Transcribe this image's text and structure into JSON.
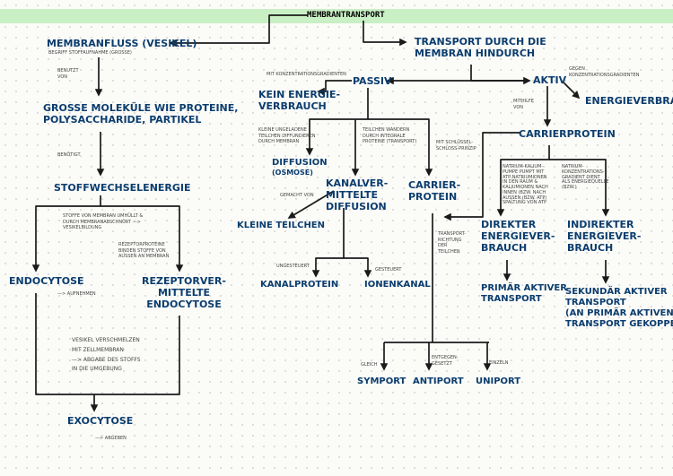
{
  "title": "MEMBRANTRANSPORT",
  "nodes": {
    "membranfluss": "MEMBRANFLUSS (VESIKEL)",
    "membranfluss_sub": "BEGRIFF STOFFAUFNAHME (GROSSE)",
    "grosse_molekuele": [
      "GROßE MOLEKÜLE WIE PROTEINE,",
      "POLYSACCHARIDE, PARTIKEL"
    ],
    "stoffwechselenergie": "STOFFWECHSELENERGIE",
    "endocytose": "ENDOCYTOSE",
    "rezeptor_endocytose": [
      "REZEPTORVER-",
      "MITTELTE",
      "ENDOCYTOSE"
    ],
    "exocytose": "EXOCYTOSE",
    "transport_membran": [
      "TRANSPORT DURCH DIE",
      "MEMBRAN HINDURCH"
    ],
    "passiv": "PASSIV",
    "aktiv": "AKTIV",
    "kein_energie": [
      "KEIN ENERGIE-",
      "VERBRAUCH"
    ],
    "energieverbrauch": "ENERGIEVERBRAUCH",
    "diffusion": [
      "DIFFUSION",
      "(OSMOSE)"
    ],
    "kanal_diffusion": [
      "KANALVER-",
      "MITTELTE",
      "DIFFUSION"
    ],
    "carrier_protein": [
      "CARRIER-",
      "PROTEIN"
    ],
    "carrierprotein": "CARRIERPROTEIN",
    "kleine_teilchen": "KLEINE TEILCHEN",
    "kanalprotein": "KANALPROTEIN",
    "ionenkanal": "IONENKANAL",
    "direkter": [
      "DIREKTER",
      "ENERGIEVER-",
      "BRAUCH"
    ],
    "indirekter": [
      "INDIREKTER",
      "ENERGIEVER-",
      "BRAUCH"
    ],
    "primaer": [
      "PRIMÄR AKTIVER",
      "TRANSPORT"
    ],
    "sekundaer": [
      "SEKUNDÄR AKTIVER",
      "TRANSPORT",
      "(AN PRIMÄR AKTIVEN",
      "TRANSPORT GEKOPPELT)"
    ],
    "symport": "SYMPORT",
    "antiport": "ANTIPORT",
    "uniport": "UNIPORT"
  },
  "notes": {
    "benutzt_von": [
      "BENUTZT",
      "VON"
    ],
    "benoetigt": "BENÖTIGT",
    "stoffe_von_membran": [
      "STOFFE VON MEMBRAN UMHÜLLT &",
      "DURCH MEMBRANABSCHNÜRT —>",
      "VESIKELBILDUNG"
    ],
    "rezeptorproteine": [
      "REZEPTORPROTEINE",
      "BINDEN STOFFE VON",
      "AUßEN AN MEMBRAN"
    ],
    "aufnehmen": "—> AUFNEHMEN",
    "vesikel_verschmelzen": [
      "VESIKEL VERSCHMELZEN",
      "MIT ZELLMEMBRAN",
      "—> ABGABE DES STOFFS",
      "IN DIE UMGEBUNG"
    ],
    "abgeben": "—> ABGEBEN",
    "mit_konz_passiv": "MIT KONZENTRATIONSGRADIENTEN",
    "gegen_konz": [
      "GEGEN",
      "KONZENTRATIONSGRADIENTEN"
    ],
    "mithilfe_von": [
      "MITHILFE",
      "VON"
    ],
    "kleine_ungeladene": [
      "KLEINE UNGELADENE",
      "TEILCHEN DIFFUNDIEREN",
      "DURCH MEMBRAN"
    ],
    "teilchen_wandern": [
      "TEILCHEN WANDERN",
      "DURCH INTEGRALE",
      "PROTEINE (TRANSPORT)"
    ],
    "schluessel_schloss": [
      "MIT SCHLÜSSEL-",
      "SCHLOSS-PRINZIP"
    ],
    "gemacht_von": "GEMACHT VON",
    "ungesteuert": "UNGESTEUERT",
    "gesteuert": "GESTEUERT",
    "transportrichtung": [
      "TRANSPORT-",
      "RICHTUNG",
      "DER",
      "TEILCHEN"
    ],
    "natrium_kalium": [
      "NATRIUM-KALIUM-",
      "PUMPE PUMPT MIT",
      "ATP NATRIUMIONEN",
      "IN DEN RAUM &",
      "KALIUMIONEN NACH",
      "INNEN (BZW. NACH",
      "AUßEN (BZW. ATP)",
      "SPALTUNG VON ATP"
    ],
    "natrium_konz": [
      "NATRIUM-",
      "KONZENTRATIONS-",
      "GRADIENT DIENT",
      "ALS ENERGIEQUELLE",
      "(BZW.)"
    ],
    "gleich": "GLEICH",
    "entgegengesetzt": [
      "ENTGEGEN-",
      "GESETZT"
    ],
    "einzeln": "EINZELN"
  }
}
